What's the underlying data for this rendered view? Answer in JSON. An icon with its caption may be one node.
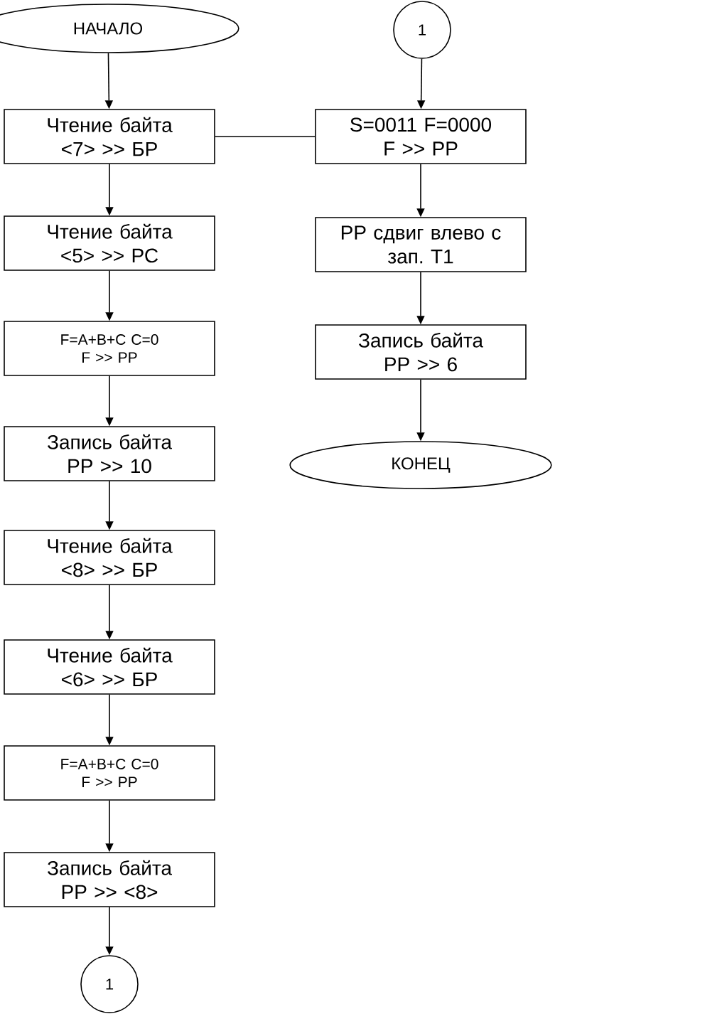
{
  "diagram": {
    "nodes": [
      {
        "text": [
          "НАЧАЛО"
        ]
      },
      {
        "text": [
          "Чтение байта <7> >> БР"
        ]
      },
      {
        "text": [
          "Чтение байта <5> >> РС"
        ]
      },
      {
        "text": [
          "F=A+B+C C=0 F >> PP"
        ]
      },
      {
        "text": [
          "Запись байта РР >> 10"
        ]
      },
      {
        "text": [
          "Чтение байта <8> >> БР"
        ]
      },
      {
        "text": [
          "Чтение байта <6> >> БР"
        ]
      },
      {
        "text": [
          "F=A+B+C C=0 F >> PP"
        ]
      },
      {
        "text": [
          "Запись байта РР >> <8>"
        ]
      },
      {
        "text": [
          "1"
        ]
      },
      {
        "text": [
          "1"
        ]
      },
      {
        "text": [
          "S=0011 F=0000 F >> PP"
        ]
      },
      {
        "text": [
          "РР сдвиг влево с зап. Т1"
        ]
      },
      {
        "text": [
          "Запись байта РР >> 6"
        ]
      },
      {
        "text": [
          "КОНЕЦ"
        ]
      }
    ],
    "edges": [
      {
        "from": 0,
        "to": 1,
        "arrow": "to"
      },
      {
        "from": 1,
        "to": 2,
        "arrow": "to"
      },
      {
        "from": 2,
        "to": 3,
        "arrow": "to"
      },
      {
        "from": 3,
        "to": 4,
        "arrow": "to"
      },
      {
        "from": 4,
        "to": 5,
        "arrow": "to"
      },
      {
        "from": 5,
        "to": 6,
        "arrow": "to"
      },
      {
        "from": 6,
        "to": 7,
        "arrow": "to"
      },
      {
        "from": 7,
        "to": 8,
        "arrow": "to"
      },
      {
        "from": 8,
        "to": 9,
        "arrow": "to"
      },
      {
        "from": 10,
        "to": 11,
        "arrow": "to"
      },
      {
        "from": 11,
        "to": 12,
        "arrow": "to"
      },
      {
        "from": 12,
        "to": 13,
        "arrow": "to"
      },
      {
        "from": 13,
        "to": 14,
        "arrow": "to"
      },
      {
        "from": 1,
        "to": 11,
        "arrow": "none"
      }
    ]
  }
}
